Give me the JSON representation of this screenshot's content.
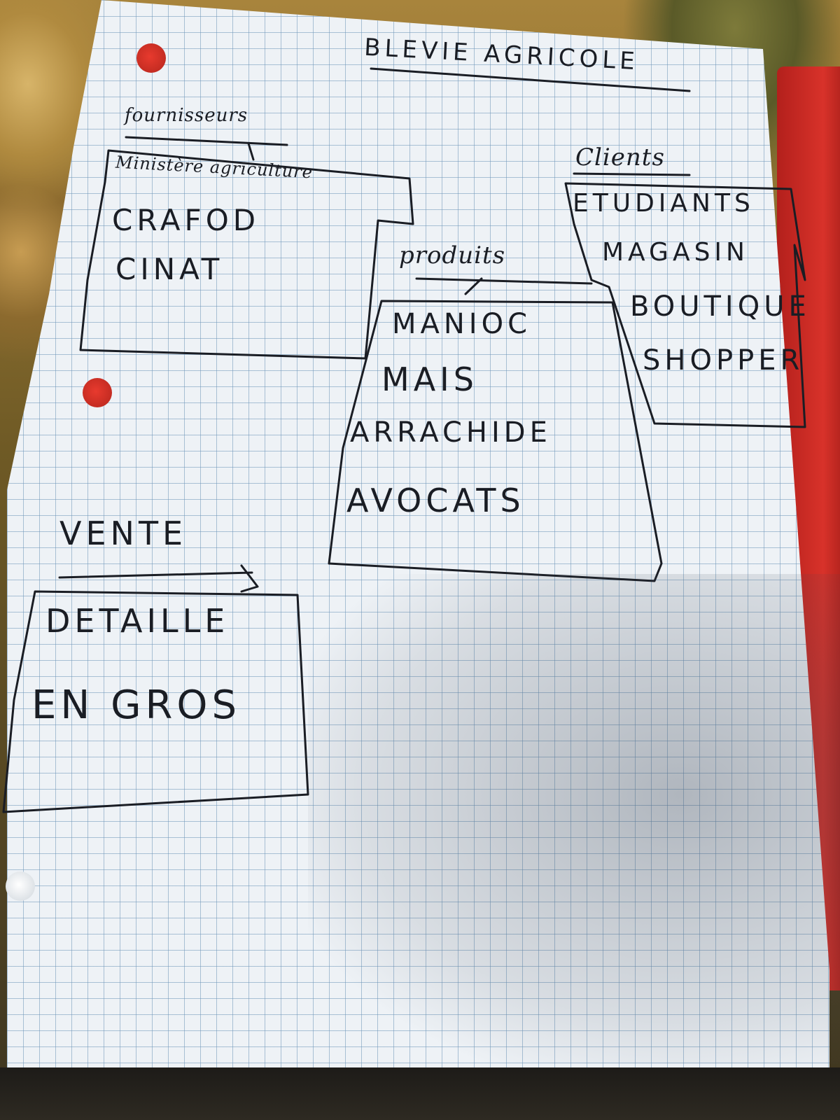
{
  "title": "BLEVIE AGRICOLE",
  "suppliers": {
    "heading": "fournisseurs",
    "items": [
      "Ministère agriculture",
      "CRAFOD",
      "CINAT"
    ]
  },
  "clients": {
    "heading": "Clients",
    "items": [
      "ETUDIANTS",
      "MAGASIN",
      "BOUTIQUE",
      "SHOPPER"
    ]
  },
  "products": {
    "heading": "produits",
    "items": [
      "MANIOC",
      "MAIS",
      "ARRACHIDE",
      "AVOCATS"
    ]
  },
  "sales": {
    "heading": "VENTE",
    "items": [
      "DETAILLE",
      "EN GROS"
    ]
  }
}
